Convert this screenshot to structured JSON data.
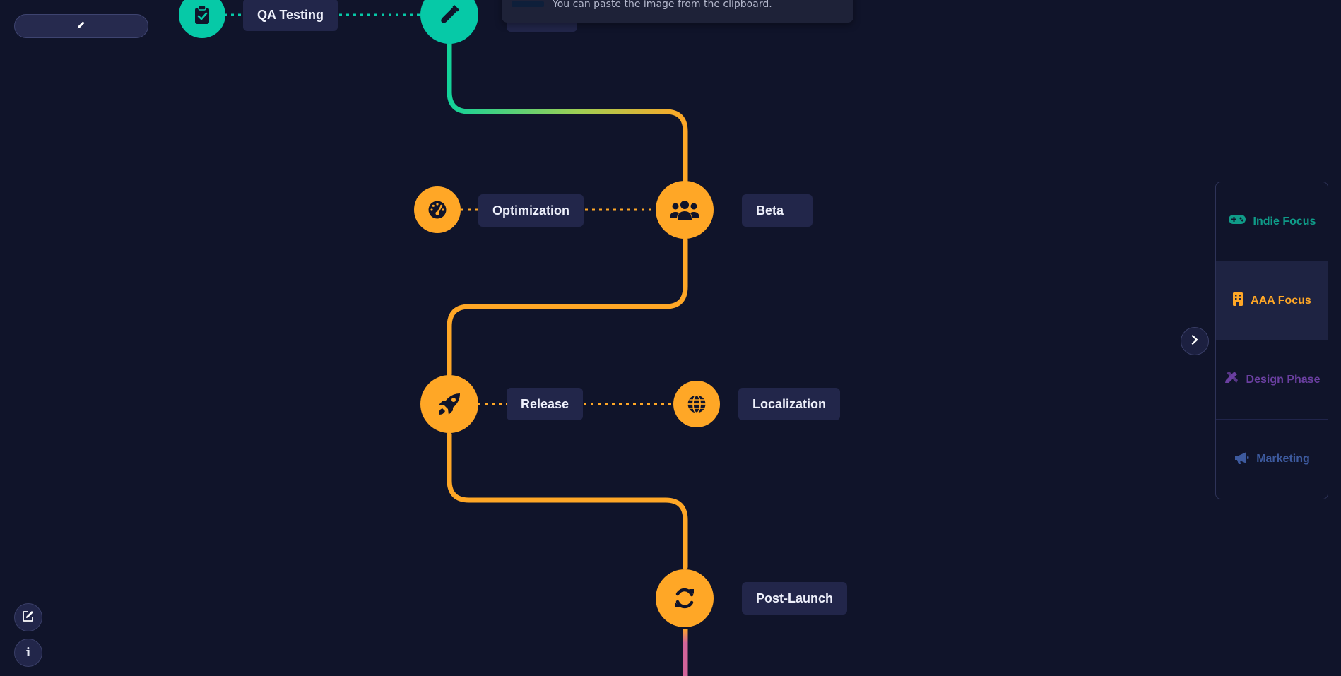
{
  "toast": {
    "message": "You can paste the image from the clipboard."
  },
  "timeline": {
    "nodes": [
      {
        "id": "qa",
        "icon": "clipboard-check-icon",
        "color": "#06c9a7"
      },
      {
        "id": "testing",
        "icon": "test-tube-icon",
        "color": "#06c9a7"
      },
      {
        "id": "optimization",
        "icon": "speedometer-icon",
        "color": "#ffa726"
      },
      {
        "id": "beta",
        "icon": "users-icon",
        "color": "#ffa726"
      },
      {
        "id": "release",
        "icon": "rocket-icon",
        "color": "#ffa726"
      },
      {
        "id": "localization",
        "icon": "globe-icon",
        "color": "#ffa726"
      },
      {
        "id": "post_launch",
        "icon": "refresh-icon",
        "color": "#ffa726"
      }
    ],
    "labels": {
      "qa_testing": "QA Testing",
      "optimization": "Optimization",
      "beta": "Beta",
      "release": "Release",
      "localization": "Localization",
      "post_launch": "Post-Launch"
    }
  },
  "side_panel": {
    "items": [
      {
        "label": "Indie Focus",
        "icon": "gamepad-icon",
        "color": "#0f9b88",
        "active": false
      },
      {
        "label": "AAA Focus",
        "icon": "building-icon",
        "color": "#ffa726",
        "active": true
      },
      {
        "label": "Design Phase",
        "icon": "pencil-ruler-icon",
        "color": "#6a3fa0",
        "active": false
      },
      {
        "label": "Marketing",
        "icon": "megaphone-icon",
        "color": "#3d5a9e",
        "active": false
      }
    ],
    "collapse_icon": "chevron-right-icon"
  },
  "controls": {
    "top_button_icon": "pencil-icon",
    "edit_button_icon": "edit-icon",
    "info_button_label": "i"
  },
  "colors": {
    "background": "#10142a",
    "label_bg": "#22264a",
    "orange": "#ffa726",
    "teal": "#06c9a7",
    "pink": "#d2649a"
  }
}
